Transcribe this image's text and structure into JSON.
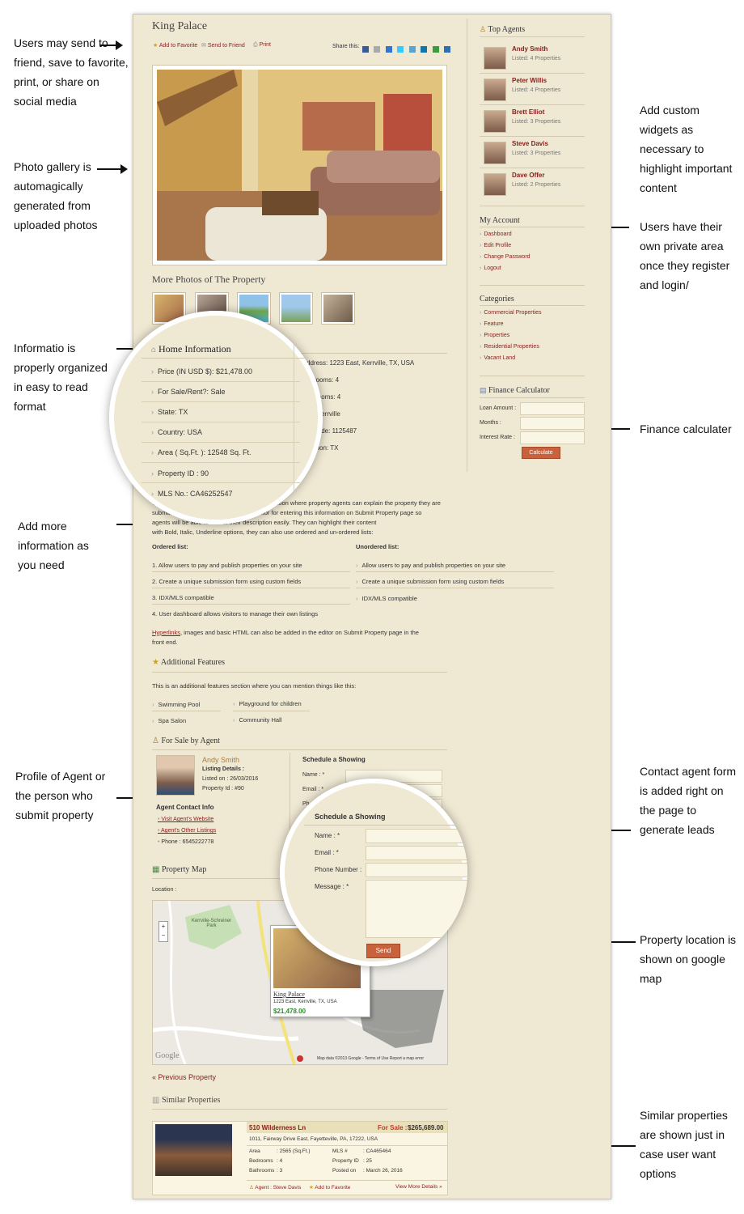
{
  "annotations": {
    "share": "Users may send to friend, save to favorite, print, or share on social media",
    "gallery": "Photo gallery is automagically generated from uploaded photos",
    "info": "Informatio is properly organized in easy to read format",
    "more_info": "Add more information as you need",
    "agent_profile": "Profile of Agent or the person who submit property",
    "widgets": "Add custom widgets as necessary to highlight important content",
    "private_area": "Users have their own private area once they register and login/",
    "finance": "Finance calculater",
    "contact_form": "Contact agent form is added right on the page to generate leads",
    "map": "Property location is shown on google map",
    "similar": "Similar properties are shown just in case user want options"
  },
  "property": {
    "title": "King Palace",
    "actions": {
      "favorite": "Add to Favorite",
      "friend": "Send to Friend",
      "print": "Print"
    },
    "share_label": "Share this:",
    "more_photos_title": "More Photos of The Property"
  },
  "home_info": {
    "title": "Home Information",
    "left": [
      "Price (IN USD $): $21,478.00",
      "For Sale/Rent?: Sale",
      "State: TX",
      "Country: USA",
      "Area ( Sq.Ft. ): 12548 Sq. Ft.",
      "Property ID : 90",
      "MLS No.: CA46252547"
    ],
    "right": [
      "Address: 1223 East, Kerrville, TX, USA",
      "Bedrooms: 4",
      "Bathrooms: 4",
      "City: Kerrville",
      "Zip Code: 1125487",
      "Location: TX"
    ]
  },
  "description": {
    "line1a": "This",
    "line1b": "ction where property agents can explain the property they are",
    "line2": "submitting. We have provided a basic editor for entering this information on Submit Property page so",
    "line3": "agents will be able to format their description easily. They can highlight their content",
    "line4": "with Bold, Italic, Underline options, they can also use ordered and un-ordered lists:",
    "ordered_title": "Ordered list:",
    "ordered": [
      "1.  Allow users to pay and publish properties on your site",
      "2.  Create a unique submission form using custom fields",
      "3.  IDX/MLS compatible",
      "4.  User dashboard allows visitors to manage their own listings"
    ],
    "unordered_title": "Unordered list:",
    "unordered": [
      "Allow users to pay and publish properties on your site",
      "Create a unique submission form using custom fields",
      "IDX/MLS compatible"
    ],
    "hyperlinks_word": "Hyperlinks",
    "closing1": ", images and basic HTML can also be added in the editor on Submit Property page in the",
    "closing2": "front end."
  },
  "features": {
    "title": "Additional Features",
    "intro": "This is an additional features section where you can mention things like this:",
    "items": [
      "Swimming Pool",
      "Playground for children",
      "Spa Salon",
      "Community Hall"
    ]
  },
  "agent": {
    "section_title": "For Sale by Agent",
    "name": "Andy Smith",
    "details_label": "Listing Details :",
    "listed_on": "Listed on : 26/03/2016",
    "property_id": "Property Id : #90",
    "contact_title": "Agent Contact Info",
    "website": "Visit Agent's Website",
    "other_listings": "Agent's Other Listings",
    "phone": "Phone : 6545222778"
  },
  "showing": {
    "title": "Schedule a Showing",
    "name": "Name : *",
    "email": "Email : *",
    "phone_short": "Ph",
    "zoom_title": "Schedule a Showing",
    "zoom_name": "Name : *",
    "zoom_email": "Email : *",
    "zoom_phone": "Phone Number :",
    "zoom_message": "Message : *",
    "send": "Send"
  },
  "map": {
    "title": "Property Map",
    "location_label": "Location :",
    "park_label": "Kerrville-Schreiner Park",
    "popup_title": "King Palace",
    "popup_address": "1223 East, Kerrville, TX, USA",
    "popup_price": "$21,478.00",
    "credits": "Map data ©2013 Google - Terms of Use  Report a map error",
    "google": "Google"
  },
  "previous": "« Previous Property",
  "similar": {
    "title": "Similar Properties",
    "name": "510 Wilderness Ln",
    "sale": "For Sale :",
    "price": "$265,689.00",
    "address": "1011, Fairway Drive East, Fayetteville, PA, 17222, USA",
    "area_label": "Area",
    "area": ": 2565 (Sq.Ft.)",
    "mls_label": "MLS #",
    "mls": ": CA465464",
    "bed_label": "Bedrooms",
    "bed": ": 4",
    "pid_label": "Property ID",
    "pid": ": 25",
    "bath_label": "Bathrooms",
    "bath": ": 3",
    "posted_label": "Posted on",
    "posted": ": March 26, 2016",
    "agent": "Agent : Steve Davis",
    "favorite": "Add to Favorite",
    "more": "View More Details »"
  },
  "sidebar": {
    "top_agents_title": "Top Agents",
    "agents": [
      {
        "name": "Andy Smith",
        "listed": "Listed: 4 Properties"
      },
      {
        "name": "Peter Willis",
        "listed": "Listed: 4 Properties"
      },
      {
        "name": "Brett Elliot",
        "listed": "Listed: 3 Properties"
      },
      {
        "name": "Steve Davis",
        "listed": "Listed: 3 Properties"
      },
      {
        "name": "Dave Offer",
        "listed": "Listed: 2 Properties"
      }
    ],
    "account_title": "My Account",
    "account": [
      "Dashboard",
      "Edit Profile",
      "Change Password",
      "Logout"
    ],
    "categories_title": "Categories",
    "categories": [
      "Commercial Properties",
      "Feature",
      "Properties",
      "Residential Properties",
      "Vacant Land"
    ],
    "finance_title": "Finance Calculator",
    "loan": "Loan Amount :",
    "months": "Months :",
    "rate": "Interest Rate :",
    "calculate": "Calculate"
  },
  "colors": {
    "accent": "#8a1c1c",
    "page_bg": "#efe8d3",
    "button": "#c8623d",
    "price_green": "#2e8b2e"
  }
}
